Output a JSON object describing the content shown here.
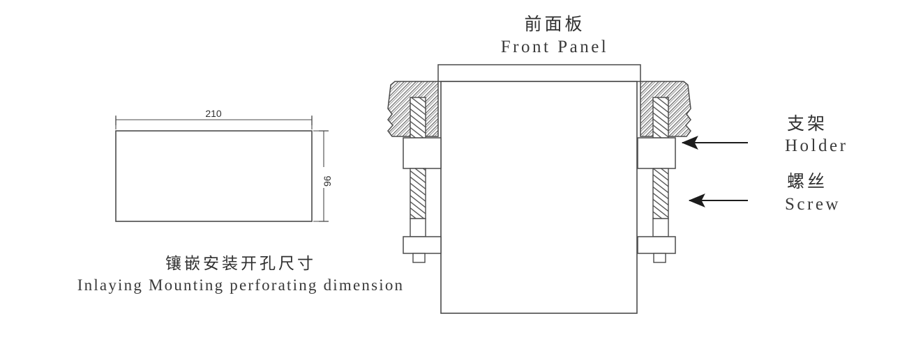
{
  "drawing": {
    "title_zh": "前面板",
    "title_en": "Front Panel",
    "caption_zh": "镶嵌安装开孔尺寸",
    "caption_en": "Inlaying Mounting perforating dimension",
    "labels": [
      {
        "zh": "支架",
        "en": "Holder"
      },
      {
        "zh": "螺丝",
        "en": "Screw"
      }
    ],
    "cutout": {
      "width_dim": "210",
      "height_dim": "96",
      "units_note": ""
    },
    "colors": {
      "line": "#3a3a3a",
      "hatch": "#555555",
      "text": "#2b2b2b",
      "background": "#ffffff",
      "arrow": "#1c1c1c"
    }
  }
}
